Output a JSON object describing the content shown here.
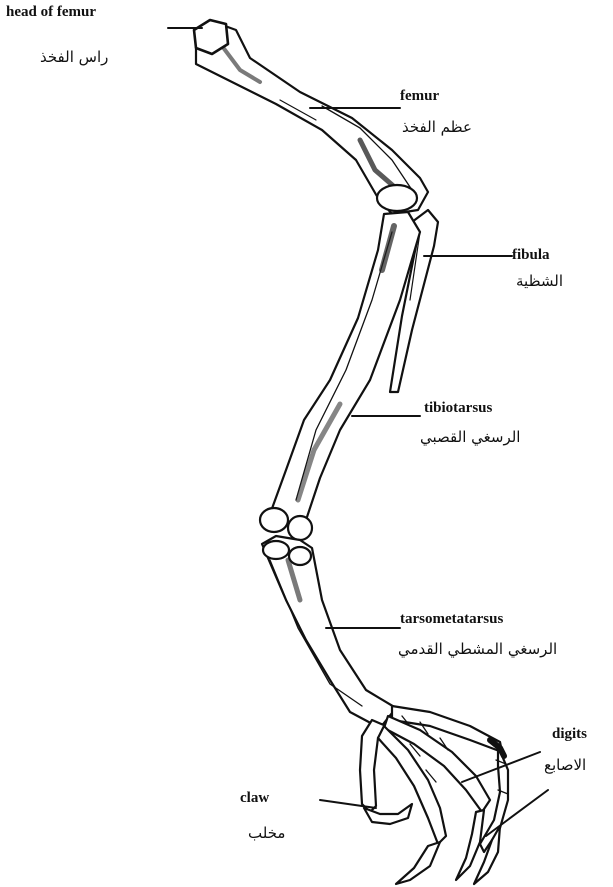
{
  "labels": {
    "head_of_femur": {
      "en": "head of femur",
      "ar": "راس الفخذ"
    },
    "femur": {
      "en": "femur",
      "ar": "عظم الفخذ"
    },
    "fibula": {
      "en": "fibula",
      "ar": "الشظية"
    },
    "tibiotarsus": {
      "en": "tibiotarsus",
      "ar": "الرسغي القصبي"
    },
    "tarsometatarsus": {
      "en": "tarsometatarsus",
      "ar": "الرسغي المشطي القدمي"
    },
    "digits": {
      "en": "digits",
      "ar": "الاصابع"
    },
    "claw": {
      "en": "claw",
      "ar": "مخلب"
    }
  },
  "colors": {
    "ink": "#111111",
    "bone": "#ffffff",
    "shade": "#2a2a2a"
  }
}
